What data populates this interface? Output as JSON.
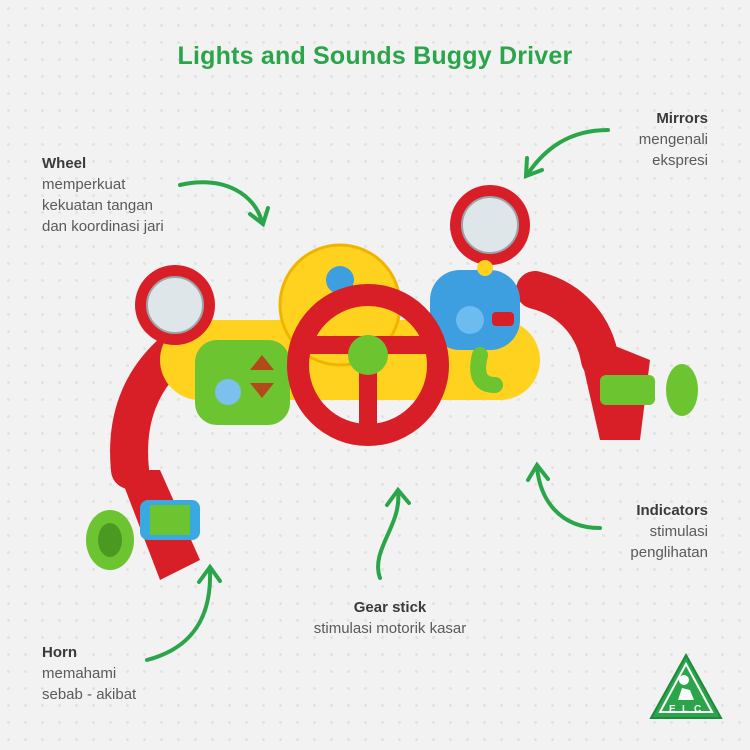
{
  "title": "Lights and Sounds Buggy Driver",
  "colors": {
    "title_green": "#2aa54a",
    "arrow_green": "#2aa54a",
    "toy_red": "#d81e26",
    "toy_green": "#6cc431",
    "toy_yellow": "#ffd21f",
    "toy_blue": "#3d9fe0"
  },
  "callouts": {
    "wheel": {
      "heading": "Wheel",
      "desc": "memperkuat kekuatan tangan dan koordinasi jari",
      "lines": [
        "memperkuat",
        "kekuatan tangan",
        "dan koordinasi jari"
      ]
    },
    "mirrors": {
      "heading": "Mirrors",
      "lines": [
        "mengenali",
        "ekspresi"
      ]
    },
    "indicators": {
      "heading": "Indicators",
      "lines": [
        "stimulasi",
        "penglihatan"
      ]
    },
    "gear": {
      "heading": "Gear stick",
      "lines": [
        "stimulasi motorik kasar"
      ]
    },
    "horn": {
      "heading": "Horn",
      "lines": [
        "memahami",
        "sebab - akibat"
      ]
    }
  },
  "logo": {
    "text": "ELC",
    "letters": [
      "E",
      "L",
      "C"
    ],
    "icon": "elc-triangle-logo"
  }
}
